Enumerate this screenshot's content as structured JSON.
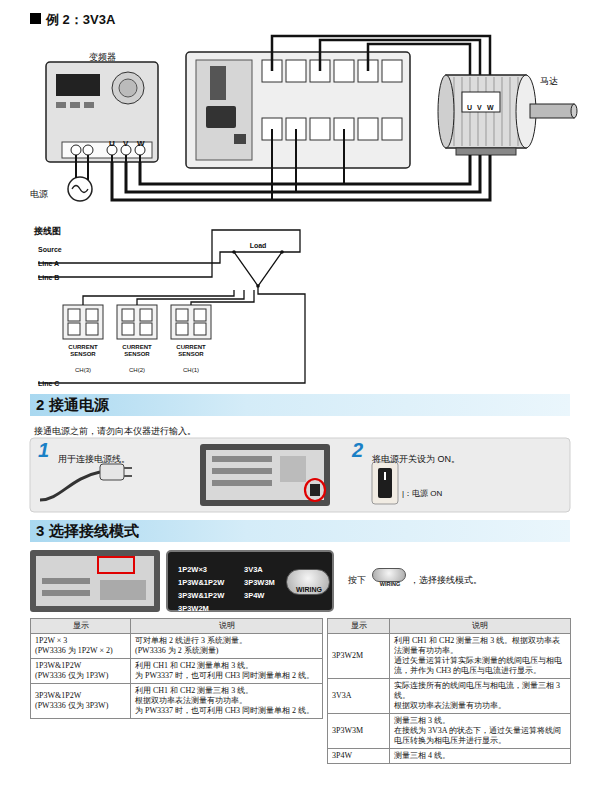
{
  "diagram": {
    "title": "例 2：3V3A",
    "nodes": [
      {
        "text": [
          "变频器"
        ]
      },
      {
        "text": [
          "电源"
        ]
      },
      {
        "text": [
          "马达"
        ]
      },
      {
        "text": [
          "Load"
        ]
      },
      {
        "text": [
          "CURRENT SENSOR",
          "CH(3)"
        ]
      },
      {
        "text": [
          "CURRENT SENSOR",
          "CH(2)"
        ]
      },
      {
        "text": [
          "CURRENT SENSOR",
          "CH(1)"
        ]
      },
      {
        "text": [
          "2 接通电源"
        ]
      },
      {
        "text": [
          "1",
          "用于连接电源线。",
          "2",
          "将电源开关设为 ON。",
          "|：电源 ON"
        ]
      },
      {
        "text": [
          "3 选择接线模式"
        ]
      },
      {
        "text": [
          "1P2W×3",
          "1P3W&1P2W",
          "3P3W&1P2W",
          "3P3W2M",
          "3V3A",
          "3P3W3M",
          "3P4W"
        ]
      },
      {
        "text": [
          "WIRING"
        ],
        "in": 10
      },
      {
        "text": [
          "WIRING"
        ]
      }
    ],
    "edges": [
      {
        "from": 1,
        "to": 0,
        "arrow": "none"
      },
      {
        "from": 1,
        "to": 0,
        "arrow": "none"
      },
      {
        "from": 0,
        "to": 2,
        "arrow": "none"
      },
      {
        "from": 0,
        "to": 2,
        "arrow": "none"
      },
      {
        "from": 0,
        "to": 2,
        "arrow": "none"
      },
      {
        "from": 4,
        "to": 3,
        "arrow": "none"
      },
      {
        "from": 5,
        "to": 3,
        "arrow": "none"
      },
      {
        "from": 6,
        "to": 3,
        "arrow": "none"
      }
    ],
    "labels": [
      "U",
      "V",
      "W",
      "U",
      "V",
      "W",
      "接线图",
      "Source",
      "Line A",
      "Line B",
      "Line C",
      "接通电源之前，请勿向本仪器进行输入。",
      "按下",
      "，选择接线模式。",
      "显示",
      "说明",
      "1P2W × 3",
      "(PW3336 为 1P2W × 2)",
      "可对单相 2 线进行 3 系统测量。",
      "(PW3336 为 2 系统测量)",
      "1P3W&1P2W",
      "(PW3336 仅为 1P3W)",
      "利用 CH1 和 CH2 测量单相 3 线。",
      "为 PW3337 时，也可利用 CH3 同时测量单相 2 线。",
      "3P3W&1P2W",
      "(PW3336 仅为 3P3W)",
      "利用 CH1 和 CH2 测量三相 3 线。",
      "根据双功率表法测量有功功率。",
      "为 PW3337 时，也可利用 CH3 同时测量单相 2 线。",
      "显示",
      "说明",
      "3P3W2M",
      "利用 CH1 和 CH2 测量三相 3 线。根据双功率表法测量有功功率。",
      "通过矢量运算计算实际未测量的线间电压与相电流，并作为 CH3 的电压与电流进行显示。",
      "3V3A",
      "实际连接所有的线间电压与相电流，测量三相 3 线。",
      "根据双功率表法测量有功功率。",
      "3P3W3M",
      "测量三相 3 线。",
      "在接线为 3V3A 的状态下，通过矢量运算将线间电压转换为相电压并进行显示。",
      "3P4W",
      "测量三相 4 线。"
    ]
  }
}
